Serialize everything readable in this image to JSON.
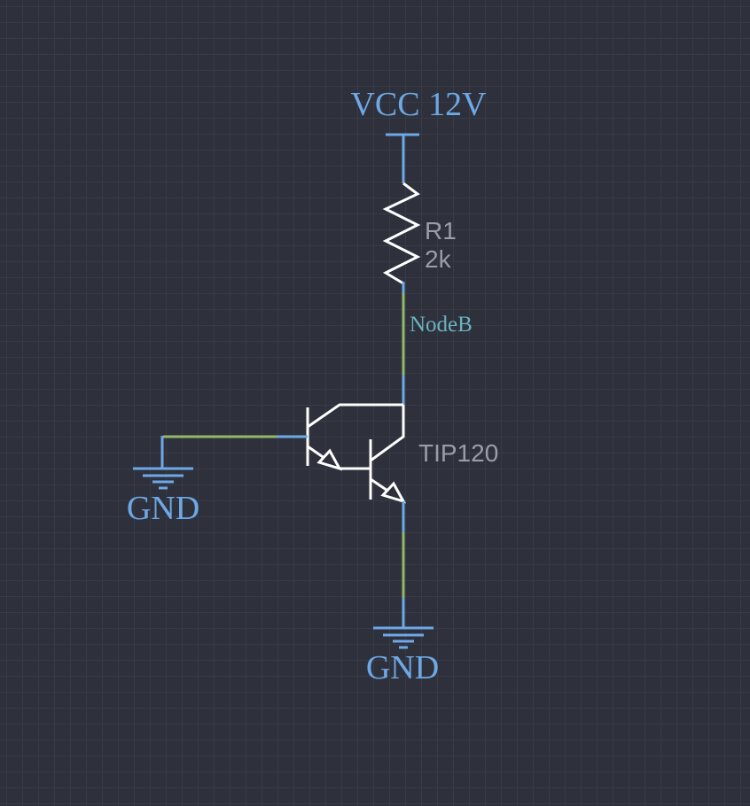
{
  "schematic": {
    "power": {
      "label": "VCC 12V"
    },
    "resistor": {
      "designator": "R1",
      "value": "2k"
    },
    "net_label": "NodeB",
    "transistor": {
      "part_number": "TIP120",
      "type": "NPN Darlington"
    },
    "ground_left": {
      "label": "GND"
    },
    "ground_bottom": {
      "label": "GND"
    },
    "colors": {
      "background": "#2e313b",
      "grid": "#383b46",
      "wire_endpoint": "#6ea8e6",
      "wire_segment": "#93b86a",
      "component": "#ffffff",
      "power_label": "#6ea8e6",
      "net_label": "#6bb3c2",
      "part_label": "#9a9ca8"
    }
  }
}
